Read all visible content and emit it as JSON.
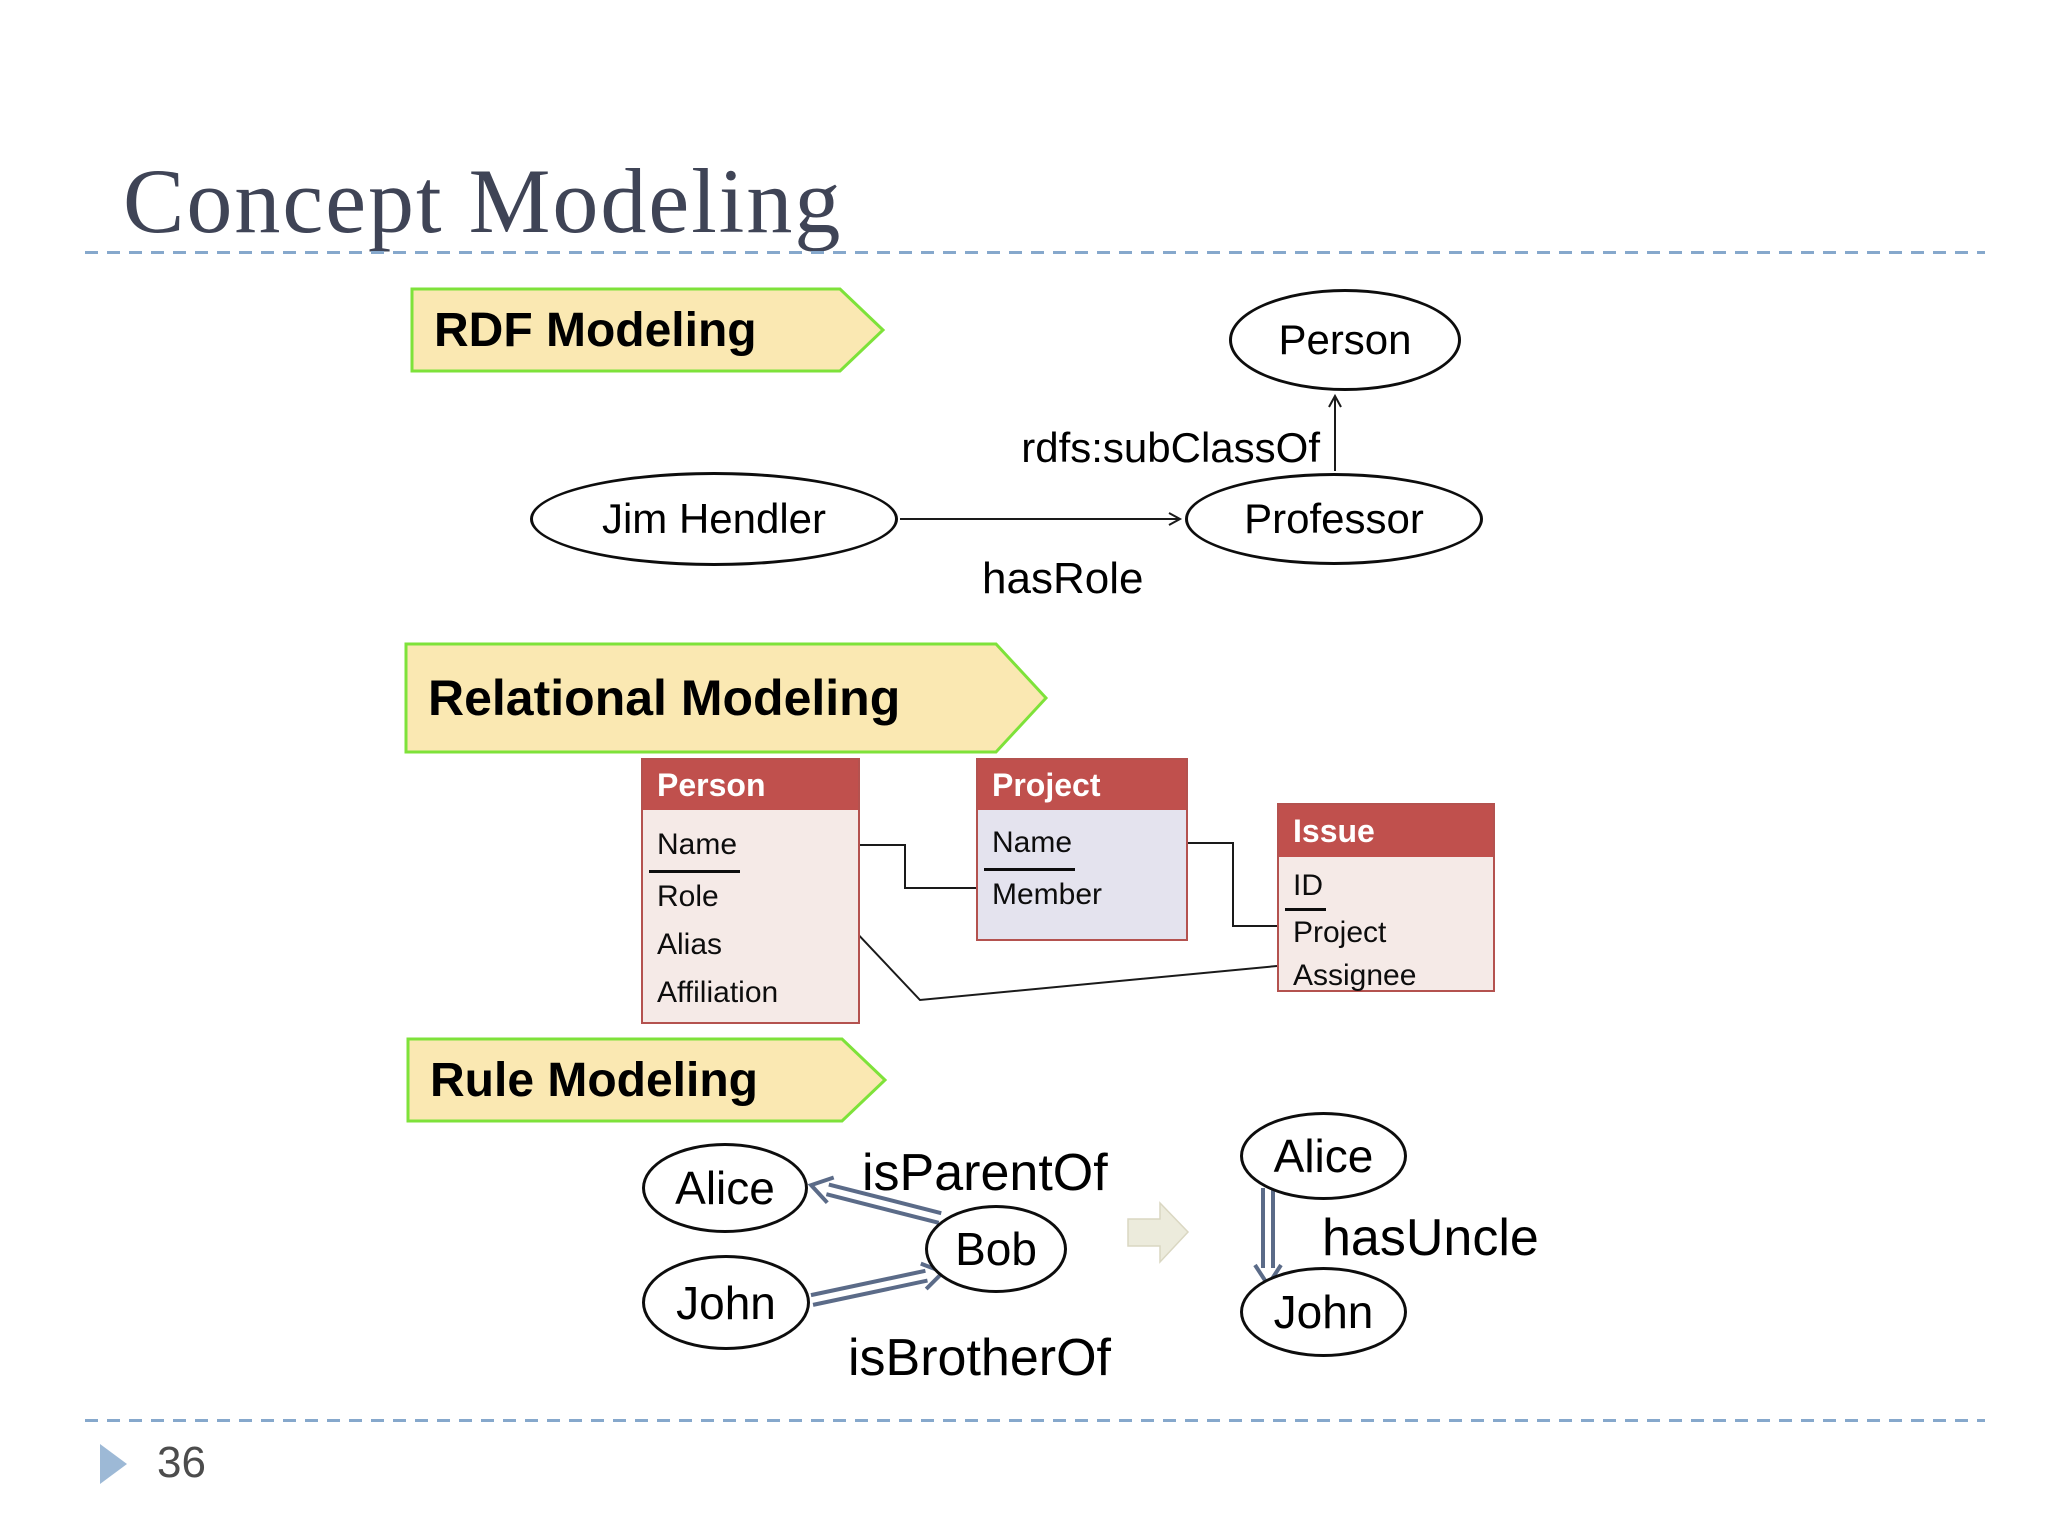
{
  "slide": {
    "title": "Concept Modeling",
    "page_number": "36"
  },
  "rdf": {
    "banner": "RDF Modeling",
    "nodes": {
      "person": "Person",
      "professor": "Professor",
      "jim": "Jim Hendler"
    },
    "edges": {
      "subclass": "rdfs:subClassOf",
      "hasrole": "hasRole"
    }
  },
  "relational": {
    "banner": "Relational Modeling",
    "tables": [
      {
        "title": "Person",
        "fields": [
          "Name",
          "Role",
          "Alias",
          "Affiliation"
        ],
        "key_field": "Name"
      },
      {
        "title": "Project",
        "fields": [
          "Name",
          "Member"
        ],
        "key_field": "Name"
      },
      {
        "title": "Issue",
        "fields": [
          "ID",
          "Project",
          "Assignee"
        ],
        "key_field": "ID"
      }
    ],
    "references": [
      "Project.Member -> Person.Name",
      "Issue.Project -> Project.Name",
      "Issue.Assignee -> Person.Name"
    ]
  },
  "rule": {
    "banner": "Rule Modeling",
    "premise": {
      "alice": "Alice",
      "john": "John",
      "bob": "Bob",
      "parent_edge": "isParentOf",
      "brother_edge": "isBrotherOf"
    },
    "conclusion": {
      "alice": "Alice",
      "john": "John",
      "uncle_edge": "hasUncle"
    }
  },
  "colors": {
    "title_text": "#3F4456",
    "dashed_line": "#86A8CC",
    "banner_fill": "#FAE8B2",
    "banner_border": "#7EE23A",
    "table_header": "#C0504D",
    "table_border": "#B4524F",
    "table_body_pink": "#F5EAE7",
    "table_body_lavender": "#E4E3EE",
    "rule_arrow": "#5B6B88",
    "implies_arrow_fill": "#ECEBDC",
    "footer_bullet": "#9DB9D6"
  }
}
